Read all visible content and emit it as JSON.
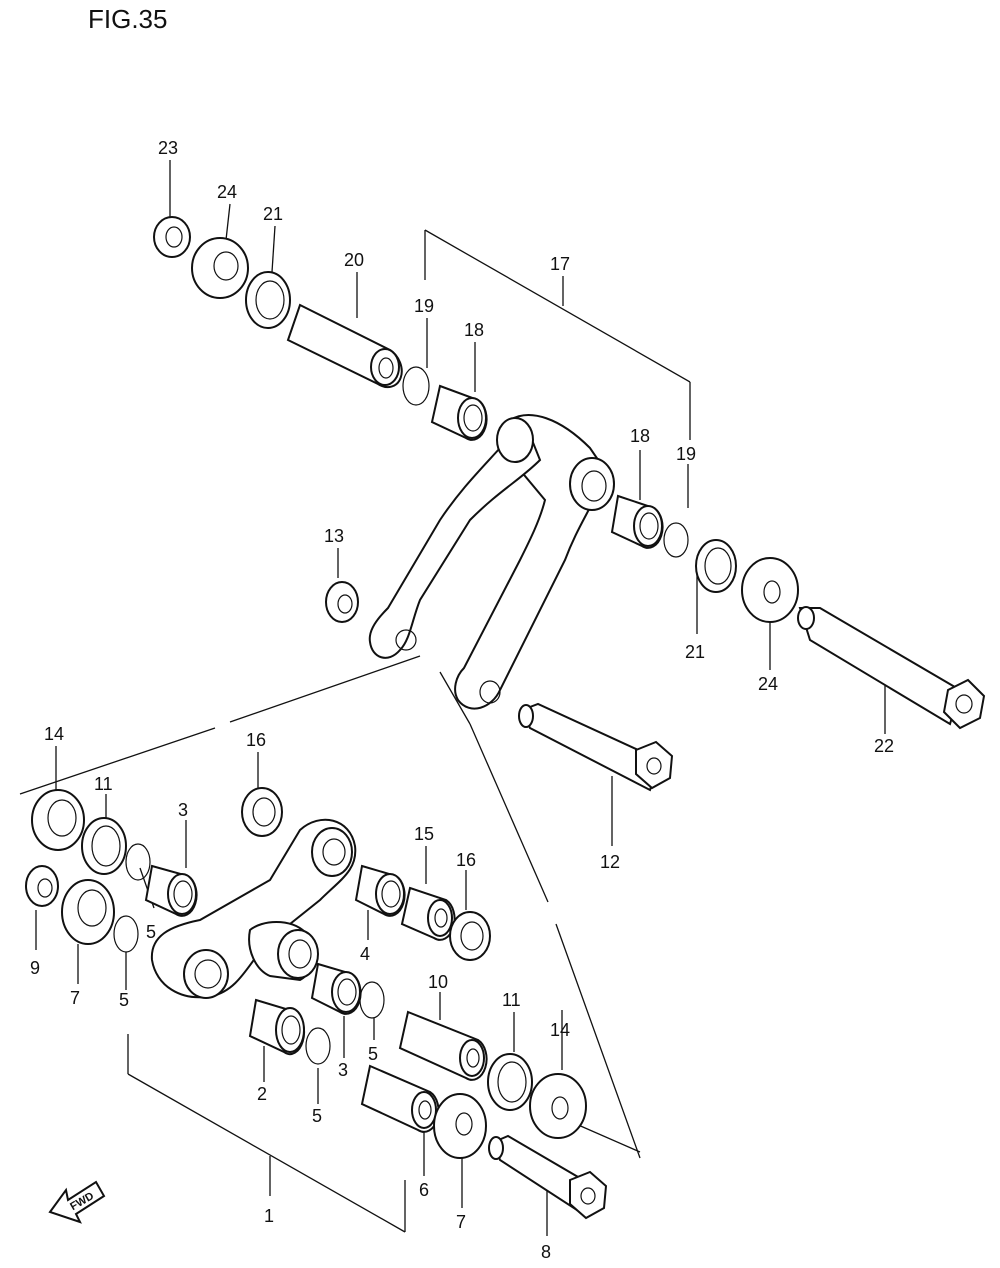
{
  "figure": {
    "title": "FIG.35"
  },
  "fwd_label": "FWD",
  "callouts": [
    {
      "id": "c23",
      "text": "23"
    },
    {
      "id": "c24a",
      "text": "24"
    },
    {
      "id": "c21a",
      "text": "21"
    },
    {
      "id": "c20",
      "text": "20"
    },
    {
      "id": "c19a",
      "text": "19"
    },
    {
      "id": "c17",
      "text": "17"
    },
    {
      "id": "c18a",
      "text": "18"
    },
    {
      "id": "c18b",
      "text": "18"
    },
    {
      "id": "c19b",
      "text": "19"
    },
    {
      "id": "c13",
      "text": "13"
    },
    {
      "id": "c21b",
      "text": "21"
    },
    {
      "id": "c24b",
      "text": "24"
    },
    {
      "id": "c22",
      "text": "22"
    },
    {
      "id": "c12",
      "text": "12"
    },
    {
      "id": "c14a",
      "text": "14"
    },
    {
      "id": "c16a",
      "text": "16"
    },
    {
      "id": "c11a",
      "text": "11"
    },
    {
      "id": "c3a",
      "text": "3"
    },
    {
      "id": "c15",
      "text": "15"
    },
    {
      "id": "c16b",
      "text": "16"
    },
    {
      "id": "c5a",
      "text": "5"
    },
    {
      "id": "c4",
      "text": "4"
    },
    {
      "id": "c9",
      "text": "9"
    },
    {
      "id": "c7a",
      "text": "7"
    },
    {
      "id": "c5b",
      "text": "5"
    },
    {
      "id": "c10",
      "text": "10"
    },
    {
      "id": "c11b",
      "text": "11"
    },
    {
      "id": "c14b",
      "text": "14"
    },
    {
      "id": "c5c",
      "text": "5"
    },
    {
      "id": "c2",
      "text": "2"
    },
    {
      "id": "c3b",
      "text": "3"
    },
    {
      "id": "c5d",
      "text": "5"
    },
    {
      "id": "c1",
      "text": "1"
    },
    {
      "id": "c6",
      "text": "6"
    },
    {
      "id": "c7b",
      "text": "7"
    },
    {
      "id": "c8",
      "text": "8"
    }
  ]
}
